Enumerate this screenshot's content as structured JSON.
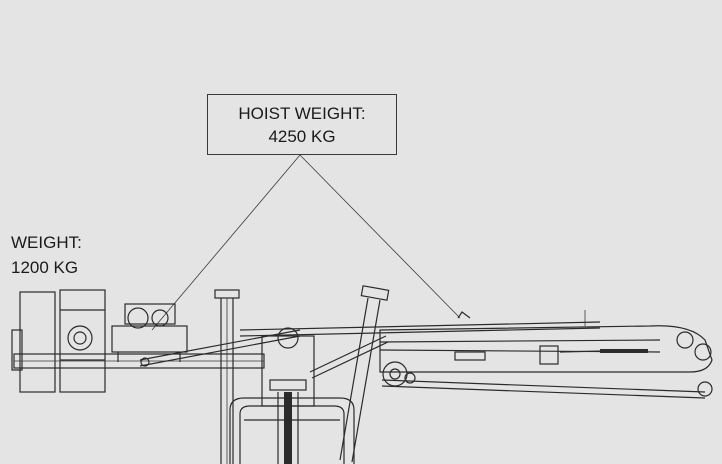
{
  "hoist_label": {
    "line1": "HOIST WEIGHT:",
    "line2": "4250 KG"
  },
  "weight_label": {
    "line1": "WEIGHT:",
    "line2": "1200 KG"
  },
  "colors": {
    "background": "#e4e4e4",
    "ink": "#2b2b2b"
  }
}
